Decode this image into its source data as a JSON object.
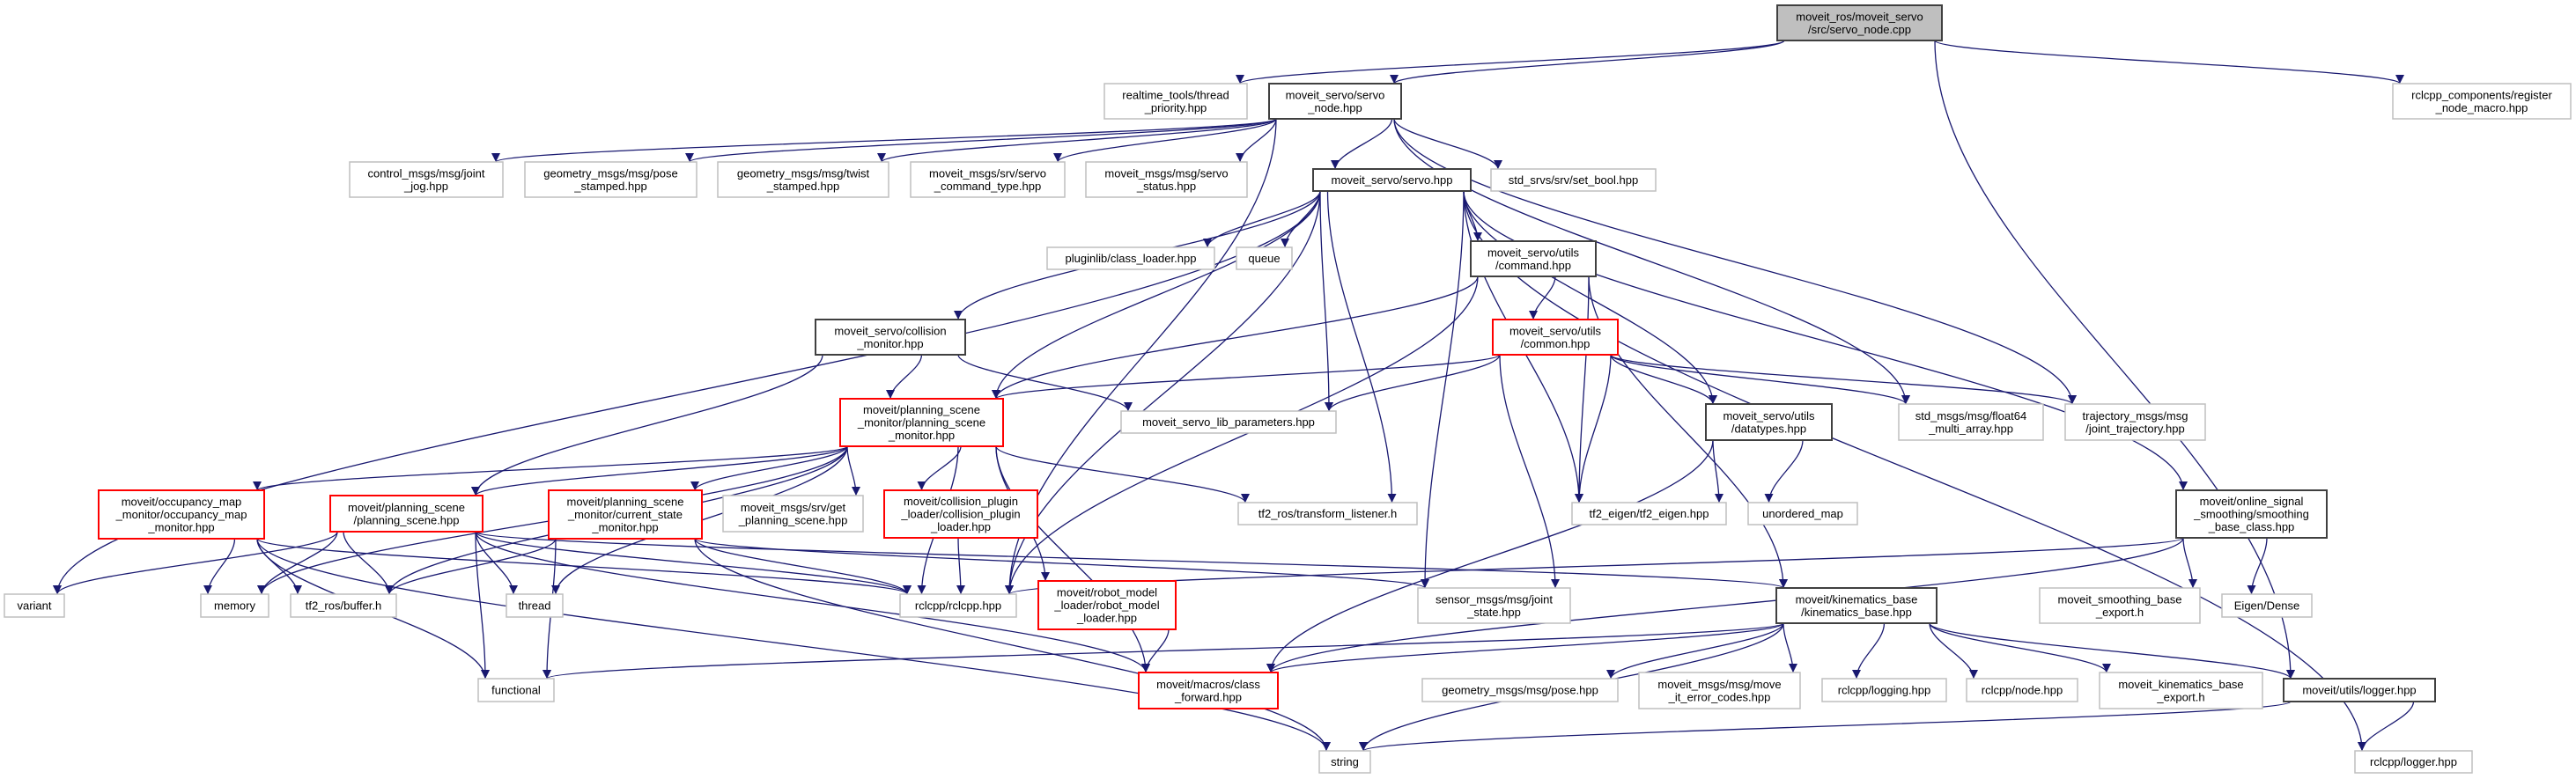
{
  "colors": {
    "edge": "#191970",
    "root_fill": "#bfbfbf",
    "documented_border": "#404040",
    "incomplete_border": "#ff0000",
    "external_border": "#bfbfbf"
  },
  "nodes": [
    {
      "id": "root",
      "kind": "root",
      "lines": [
        "moveit_ros/moveit_servo",
        "/src/servo_node.cpp"
      ]
    },
    {
      "id": "rt",
      "kind": "ext",
      "lines": [
        "realtime_tools/thread",
        "_priority.hpp"
      ]
    },
    {
      "id": "sn",
      "kind": "doc",
      "lines": [
        "moveit_servo/servo",
        "_node.hpp"
      ]
    },
    {
      "id": "rc",
      "kind": "ext",
      "lines": [
        "rclcpp_components/register",
        "_node_macro.hpp"
      ]
    },
    {
      "id": "cm",
      "kind": "ext",
      "lines": [
        "control_msgs/msg/joint",
        "_jog.hpp"
      ]
    },
    {
      "id": "gp",
      "kind": "ext",
      "lines": [
        "geometry_msgs/msg/pose",
        "_stamped.hpp"
      ]
    },
    {
      "id": "gt",
      "kind": "ext",
      "lines": [
        "geometry_msgs/msg/twist",
        "_stamped.hpp"
      ]
    },
    {
      "id": "sct",
      "kind": "ext",
      "lines": [
        "moveit_msgs/srv/servo",
        "_command_type.hpp"
      ]
    },
    {
      "id": "ss",
      "kind": "ext",
      "lines": [
        "moveit_msgs/msg/servo",
        "_status.hpp"
      ]
    },
    {
      "id": "sh",
      "kind": "doc",
      "lines": [
        "moveit_servo/servo.hpp"
      ]
    },
    {
      "id": "sb",
      "kind": "ext",
      "lines": [
        "std_srvs/srv/set_bool.hpp"
      ]
    },
    {
      "id": "pl",
      "kind": "ext",
      "lines": [
        "pluginlib/class_loader.hpp"
      ]
    },
    {
      "id": "q",
      "kind": "ext",
      "lines": [
        "queue"
      ]
    },
    {
      "id": "cmd",
      "kind": "doc",
      "lines": [
        "moveit_servo/utils",
        "/command.hpp"
      ]
    },
    {
      "id": "col",
      "kind": "doc",
      "lines": [
        "moveit_servo/collision",
        "_monitor.hpp"
      ]
    },
    {
      "id": "com",
      "kind": "red",
      "lines": [
        "moveit_servo/utils",
        "/common.hpp"
      ]
    },
    {
      "id": "psm",
      "kind": "red",
      "lines": [
        "moveit/planning_scene",
        "_monitor/planning_scene",
        "_monitor.hpp"
      ]
    },
    {
      "id": "slp",
      "kind": "ext",
      "lines": [
        "moveit_servo_lib_parameters.hpp"
      ]
    },
    {
      "id": "dt",
      "kind": "doc",
      "lines": [
        "moveit_servo/utils",
        "/datatypes.hpp"
      ]
    },
    {
      "id": "f64",
      "kind": "ext",
      "lines": [
        "std_msgs/msg/float64",
        "_multi_array.hpp"
      ]
    },
    {
      "id": "tr",
      "kind": "ext",
      "lines": [
        "trajectory_msgs/msg",
        "/joint_trajectory.hpp"
      ]
    },
    {
      "id": "occ",
      "kind": "red",
      "lines": [
        "moveit/occupancy_map",
        "_monitor/occupancy_map",
        "_monitor.hpp"
      ]
    },
    {
      "id": "ps",
      "kind": "red",
      "lines": [
        "moveit/planning_scene",
        "/planning_scene.hpp"
      ]
    },
    {
      "id": "csm",
      "kind": "red",
      "lines": [
        "moveit/planning_scene",
        "_monitor/current_state",
        "_monitor.hpp"
      ]
    },
    {
      "id": "gps",
      "kind": "ext",
      "lines": [
        "moveit_msgs/srv/get",
        "_planning_scene.hpp"
      ]
    },
    {
      "id": "cpl",
      "kind": "red",
      "lines": [
        "moveit/collision_plugin",
        "_loader/collision_plugin",
        "_loader.hpp"
      ]
    },
    {
      "id": "tl",
      "kind": "ext",
      "lines": [
        "tf2_ros/transform_listener.h"
      ]
    },
    {
      "id": "te",
      "kind": "ext",
      "lines": [
        "tf2_eigen/tf2_eigen.hpp"
      ]
    },
    {
      "id": "um",
      "kind": "ext",
      "lines": [
        "unordered_map"
      ]
    },
    {
      "id": "sbc",
      "kind": "doc",
      "lines": [
        "moveit/online_signal",
        "_smoothing/smoothing",
        "_base_class.hpp"
      ]
    },
    {
      "id": "var",
      "kind": "ext",
      "lines": [
        "variant"
      ]
    },
    {
      "id": "mem",
      "kind": "ext",
      "lines": [
        "memory"
      ]
    },
    {
      "id": "buf",
      "kind": "ext",
      "lines": [
        "tf2_ros/buffer.h"
      ]
    },
    {
      "id": "thr",
      "kind": "ext",
      "lines": [
        "thread"
      ]
    },
    {
      "id": "rcl",
      "kind": "ext",
      "lines": [
        "rclcpp/rclcpp.hpp"
      ]
    },
    {
      "id": "rml",
      "kind": "red",
      "lines": [
        "moveit/robot_model",
        "_loader/robot_model",
        "_loader.hpp"
      ]
    },
    {
      "id": "js",
      "kind": "ext",
      "lines": [
        "sensor_msgs/msg/joint",
        "_state.hpp"
      ]
    },
    {
      "id": "kb",
      "kind": "doc",
      "lines": [
        "moveit/kinematics_base",
        "/kinematics_base.hpp"
      ]
    },
    {
      "id": "sbe",
      "kind": "ext",
      "lines": [
        "moveit_smoothing_base",
        "_export.h"
      ]
    },
    {
      "id": "ed",
      "kind": "ext",
      "lines": [
        "Eigen/Dense"
      ]
    },
    {
      "id": "fn",
      "kind": "ext",
      "lines": [
        "functional"
      ]
    },
    {
      "id": "cf",
      "kind": "red",
      "lines": [
        "moveit/macros/class",
        "_forward.hpp"
      ]
    },
    {
      "id": "pose",
      "kind": "ext",
      "lines": [
        "geometry_msgs/msg/pose.hpp"
      ]
    },
    {
      "id": "err",
      "kind": "ext",
      "lines": [
        "moveit_msgs/msg/move",
        "_it_error_codes.hpp"
      ]
    },
    {
      "id": "log",
      "kind": "ext",
      "lines": [
        "rclcpp/logging.hpp"
      ]
    },
    {
      "id": "node",
      "kind": "ext",
      "lines": [
        "rclcpp/node.hpp"
      ]
    },
    {
      "id": "kbe",
      "kind": "ext",
      "lines": [
        "moveit_kinematics_base",
        "_export.h"
      ]
    },
    {
      "id": "ml",
      "kind": "doc",
      "lines": [
        "moveit/utils/logger.hpp"
      ]
    },
    {
      "id": "str",
      "kind": "ext",
      "lines": [
        "string"
      ]
    },
    {
      "id": "rlog",
      "kind": "ext",
      "lines": [
        "rclcpp/logger.hpp"
      ]
    }
  ],
  "edges": [
    [
      "root",
      "rt"
    ],
    [
      "root",
      "sn"
    ],
    [
      "root",
      "rc"
    ],
    [
      "root",
      "ml"
    ],
    [
      "sn",
      "cm"
    ],
    [
      "sn",
      "gp"
    ],
    [
      "sn",
      "gt"
    ],
    [
      "sn",
      "sct"
    ],
    [
      "sn",
      "ss"
    ],
    [
      "sn",
      "sh"
    ],
    [
      "sn",
      "sb"
    ],
    [
      "sn",
      "f64"
    ],
    [
      "sn",
      "tr"
    ],
    [
      "sn",
      "rcl"
    ],
    [
      "sh",
      "pl"
    ],
    [
      "sh",
      "q"
    ],
    [
      "sh",
      "cmd"
    ],
    [
      "sh",
      "col"
    ],
    [
      "sh",
      "psm"
    ],
    [
      "sh",
      "var"
    ],
    [
      "sh",
      "slp"
    ],
    [
      "sh",
      "tl"
    ],
    [
      "sh",
      "js"
    ],
    [
      "sh",
      "dt"
    ],
    [
      "sh",
      "te"
    ],
    [
      "sh",
      "sbc"
    ],
    [
      "sh",
      "rlog"
    ],
    [
      "sh",
      "rcl"
    ],
    [
      "cmd",
      "psm"
    ],
    [
      "cmd",
      "com"
    ],
    [
      "cmd",
      "te"
    ],
    [
      "cmd",
      "rcl"
    ],
    [
      "cmd",
      "kb"
    ],
    [
      "col",
      "psm"
    ],
    [
      "col",
      "slp"
    ],
    [
      "col",
      "ps"
    ],
    [
      "com",
      "psm"
    ],
    [
      "com",
      "slp"
    ],
    [
      "com",
      "dt"
    ],
    [
      "com",
      "f64"
    ],
    [
      "com",
      "tr"
    ],
    [
      "com",
      "te"
    ],
    [
      "com",
      "js"
    ],
    [
      "dt",
      "te"
    ],
    [
      "dt",
      "um"
    ],
    [
      "dt",
      "cf"
    ],
    [
      "psm",
      "occ"
    ],
    [
      "psm",
      "ps"
    ],
    [
      "psm",
      "csm"
    ],
    [
      "psm",
      "gps"
    ],
    [
      "psm",
      "cpl"
    ],
    [
      "psm",
      "rml"
    ],
    [
      "psm",
      "rcl"
    ],
    [
      "psm",
      "cf"
    ],
    [
      "psm",
      "tl"
    ],
    [
      "psm",
      "mem"
    ],
    [
      "psm",
      "buf"
    ],
    [
      "psm",
      "thr"
    ],
    [
      "occ",
      "mem"
    ],
    [
      "occ",
      "buf"
    ],
    [
      "occ",
      "fn"
    ],
    [
      "occ",
      "str"
    ],
    [
      "occ",
      "rcl"
    ],
    [
      "ps",
      "var"
    ],
    [
      "ps",
      "mem"
    ],
    [
      "ps",
      "thr"
    ],
    [
      "ps",
      "fn"
    ],
    [
      "ps",
      "cf"
    ],
    [
      "ps",
      "kb"
    ],
    [
      "ps",
      "rcl"
    ],
    [
      "ps",
      "buf"
    ],
    [
      "csm",
      "buf"
    ],
    [
      "csm",
      "fn"
    ],
    [
      "csm",
      "rcl"
    ],
    [
      "csm",
      "str"
    ],
    [
      "csm",
      "js"
    ],
    [
      "cpl",
      "rcl"
    ],
    [
      "rml",
      "cf"
    ],
    [
      "sbc",
      "sbe"
    ],
    [
      "sbc",
      "ed"
    ],
    [
      "sbc",
      "rcl"
    ],
    [
      "sbc",
      "cf"
    ],
    [
      "kb",
      "fn"
    ],
    [
      "kb",
      "cf"
    ],
    [
      "kb",
      "str"
    ],
    [
      "kb",
      "pose"
    ],
    [
      "kb",
      "err"
    ],
    [
      "kb",
      "log"
    ],
    [
      "kb",
      "node"
    ],
    [
      "kb",
      "kbe"
    ],
    [
      "kb",
      "ml"
    ],
    [
      "ml",
      "str"
    ],
    [
      "ml",
      "rlog"
    ]
  ]
}
